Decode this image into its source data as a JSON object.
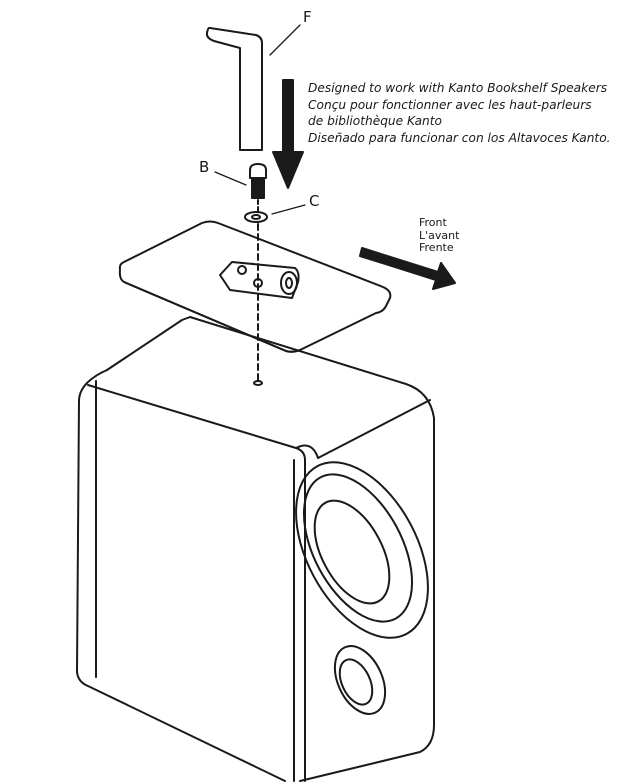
{
  "callouts": {
    "f": "F",
    "b": "B",
    "c": "C"
  },
  "note": {
    "line1": "Designed to work with Kanto Bookshelf Speakers",
    "line2": "Conçu pour fonctionner avec les haut-parleurs",
    "line3": "de bibliothèque Kanto",
    "line4": "Diseñado para funcionar con los Altavoces Kanto."
  },
  "direction": {
    "en": "Front",
    "fr": "L'avant",
    "es": "Frente"
  },
  "colors": {
    "line": "#1a1a1a",
    "background": "#ffffff"
  },
  "icons": {
    "hex_key": "hex-key-icon",
    "screw": "screw-icon",
    "washer": "washer-icon",
    "arrow": "arrow-icon"
  }
}
